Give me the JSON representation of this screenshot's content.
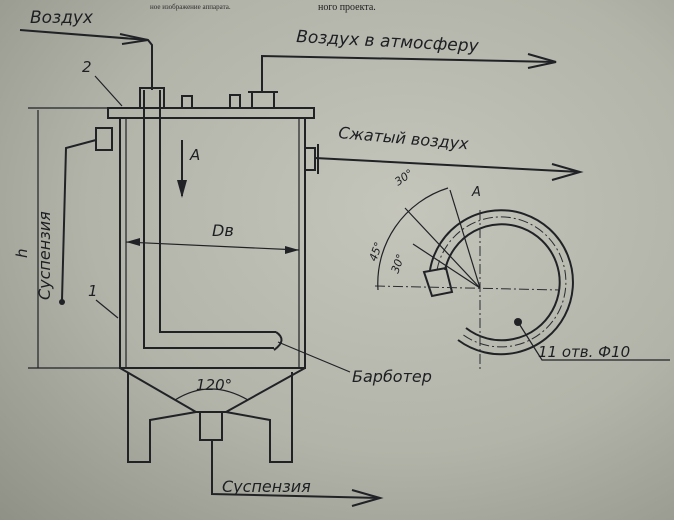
{
  "header": {
    "caption_left": "ное изображение аппарата.",
    "caption_right": "ного проекта."
  },
  "labels": {
    "air_in": "Воздух",
    "air_out": "Воздух в атмосферу",
    "compressed_air": "Сжатый воздух",
    "suspension_in": "Суспензия",
    "suspension_out": "Суспензия",
    "sparger": "Барботер",
    "holes": "11 отв. Ф10",
    "height": "h",
    "diameter": "Dв",
    "view": "A",
    "view_arrow": "A",
    "pos1": "1",
    "pos2": "2",
    "cone_angle": "120°",
    "angle_a": "30°",
    "angle_b": "45°",
    "angle_c": "30°"
  }
}
